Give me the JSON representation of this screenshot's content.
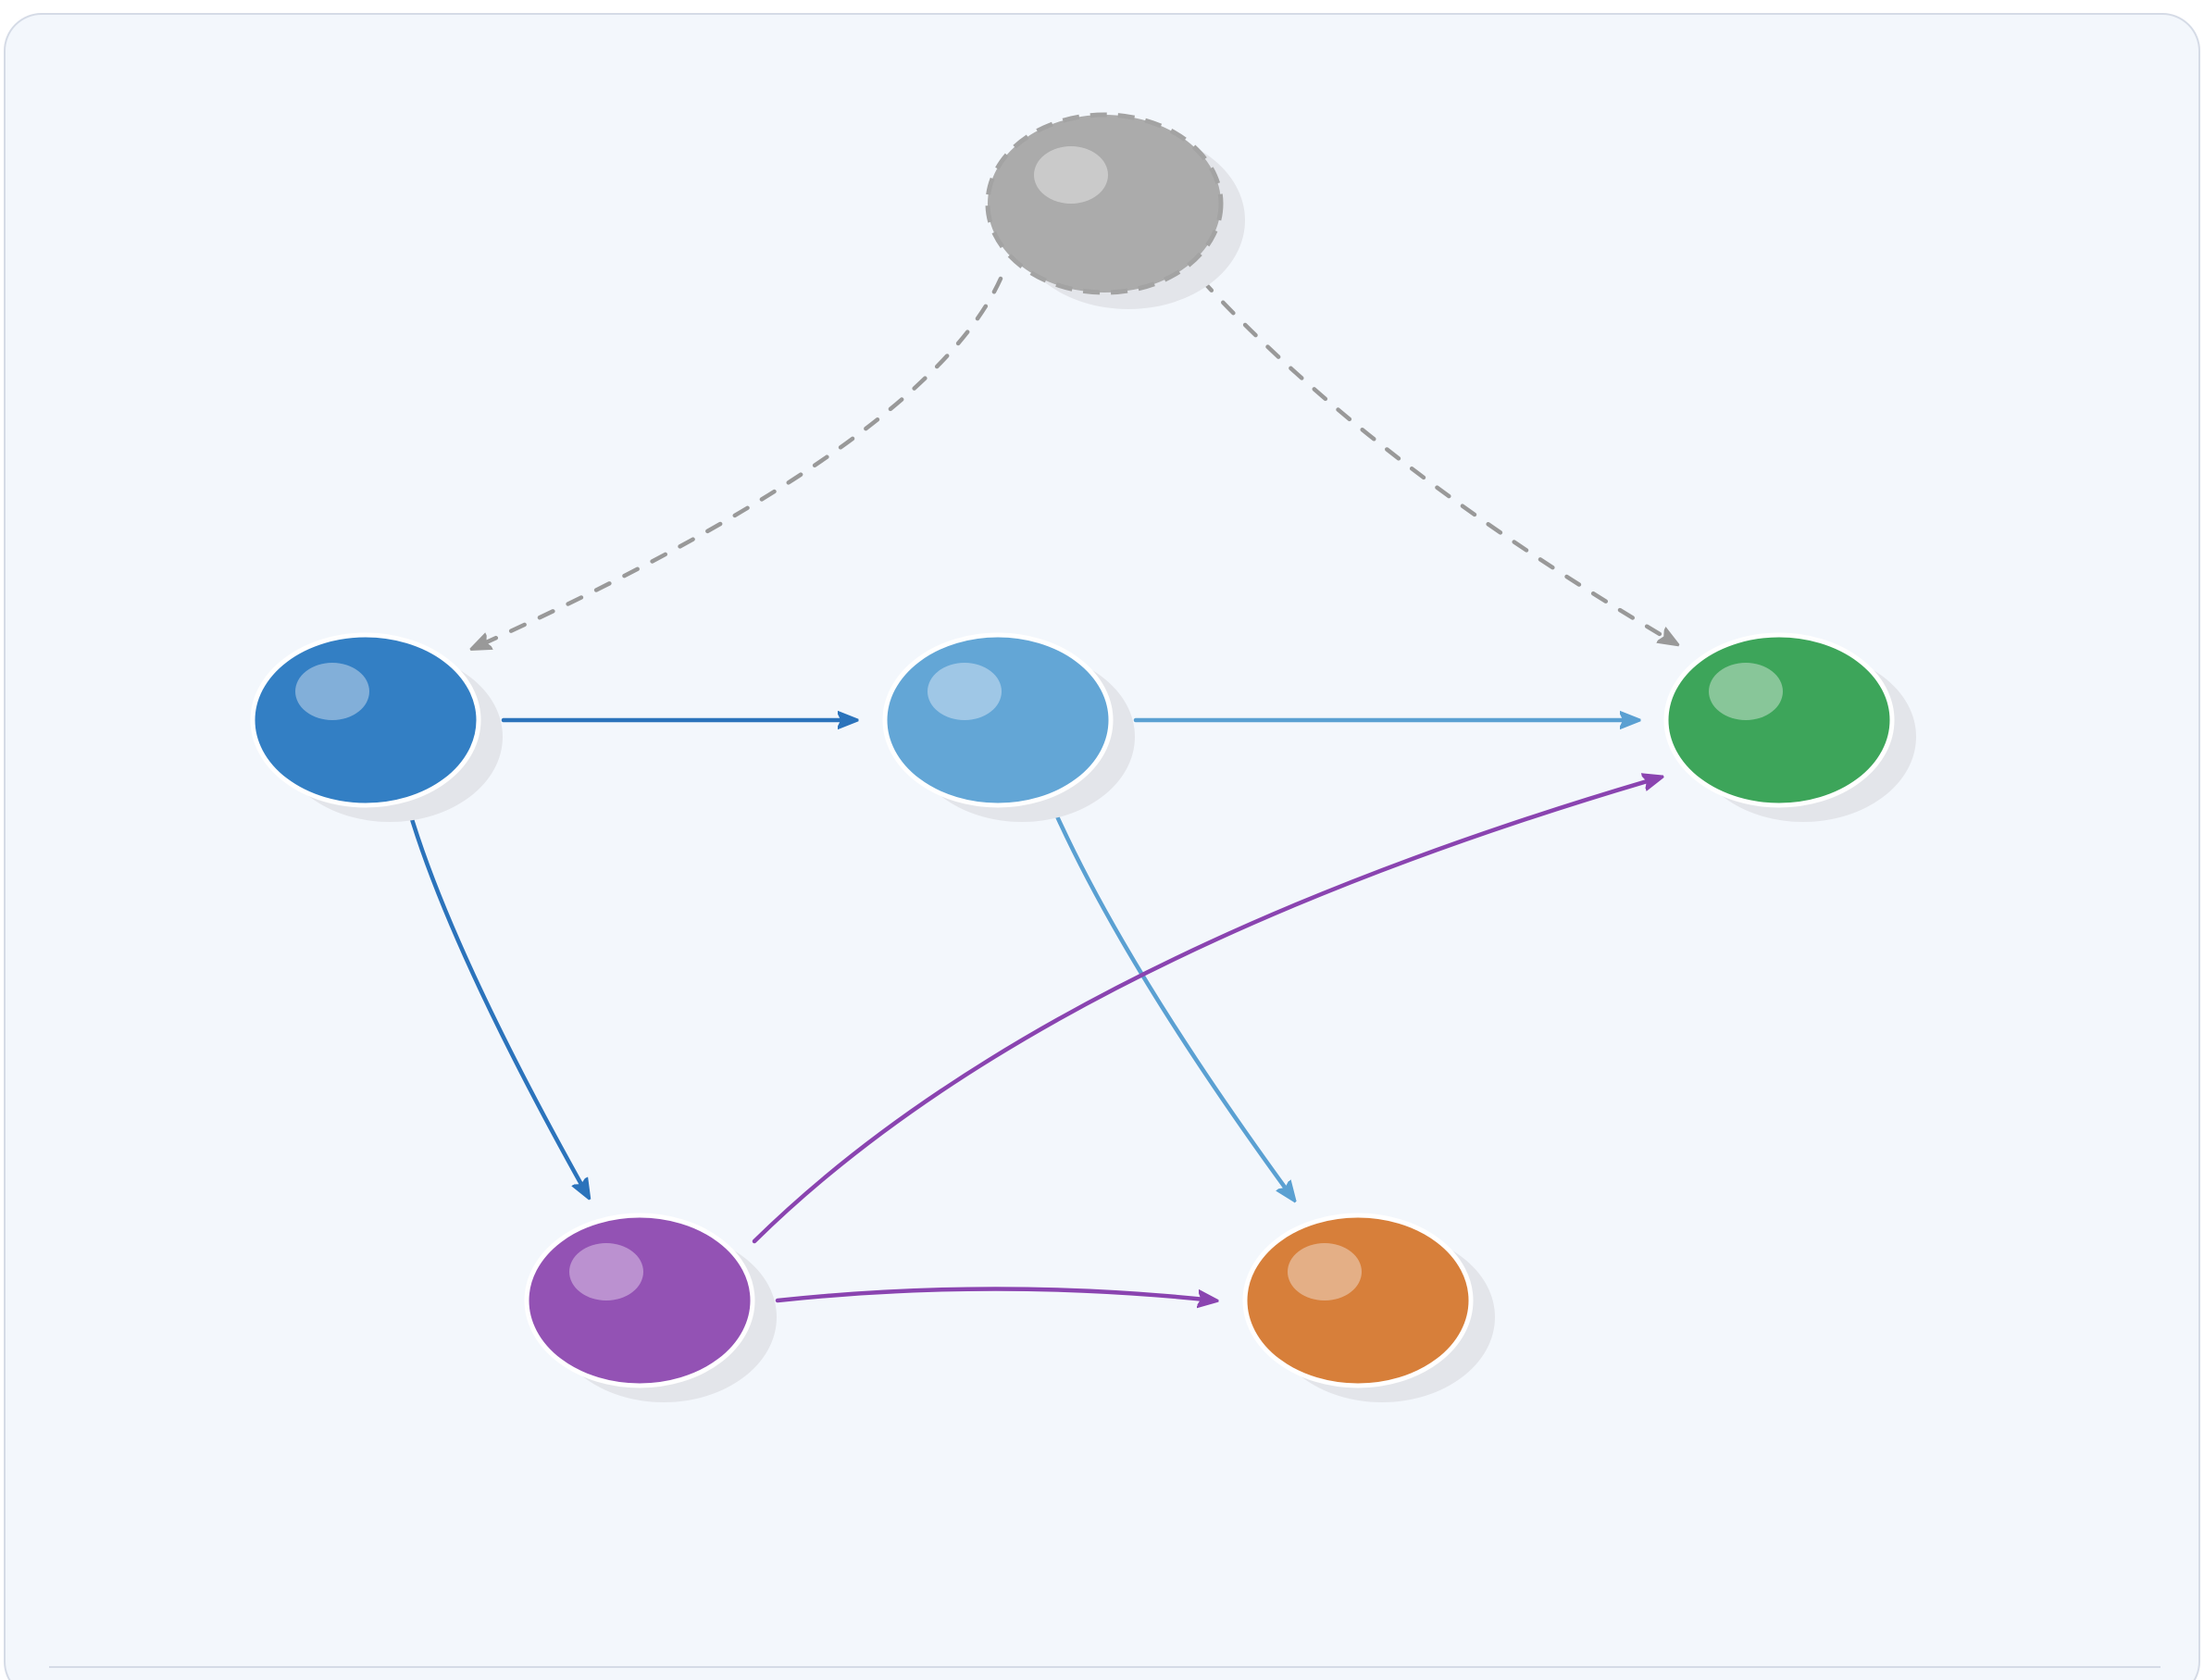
{
  "diagram": {
    "type": "directed-graph",
    "background": "#f3f7fc",
    "frame_color": "#d5dbe6",
    "nodes": [
      {
        "id": "source",
        "color": "#ababab",
        "highlight": "#cacaca",
        "border": "dashed"
      },
      {
        "id": "node-a",
        "color": "#337fc4",
        "highlight": "#82afd9",
        "border": "solid"
      },
      {
        "id": "node-b",
        "color": "#63a6d6",
        "highlight": "#9fc7e6",
        "border": "solid"
      },
      {
        "id": "node-c",
        "color": "#3da55a",
        "highlight": "#88c699",
        "border": "solid"
      },
      {
        "id": "node-d",
        "color": "#9352b4",
        "highlight": "#bb91d0",
        "border": "solid"
      },
      {
        "id": "node-e",
        "color": "#d77f3a",
        "highlight": "#e4af86",
        "border": "solid"
      }
    ],
    "edges": [
      {
        "from": "source",
        "to": "node-a",
        "color": "#999999",
        "style": "dashed"
      },
      {
        "from": "source",
        "to": "node-c",
        "color": "#999999",
        "style": "dashed"
      },
      {
        "from": "node-a",
        "to": "node-b",
        "color": "#2b73bb",
        "style": "solid"
      },
      {
        "from": "node-b",
        "to": "node-c",
        "color": "#5aa0d2",
        "style": "solid"
      },
      {
        "from": "node-a",
        "to": "node-d",
        "color": "#2b73bb",
        "style": "solid"
      },
      {
        "from": "node-b",
        "to": "node-e",
        "color": "#5aa0d2",
        "style": "solid"
      },
      {
        "from": "node-d",
        "to": "node-c",
        "color": "#8a44b0",
        "style": "solid"
      },
      {
        "from": "node-d",
        "to": "node-e",
        "color": "#8a44b0",
        "style": "solid"
      }
    ],
    "shadow_color": "#e3e5ea"
  }
}
